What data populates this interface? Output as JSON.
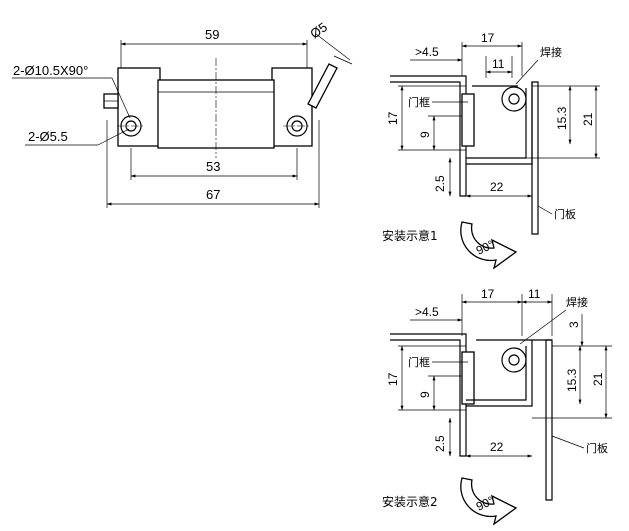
{
  "front_view": {
    "dim_top": "59",
    "dim_pin": "Ø5",
    "dim_countersink": "2-Ø10.5X90°",
    "dim_hole": "2-Ø5.5",
    "dim_hole_spacing": "53",
    "dim_overall": "67"
  },
  "install_1": {
    "dim_offset": ">4.5",
    "dim_top": "17",
    "dim_inner": "11",
    "label_weld": "焊接",
    "label_frame": "门框",
    "dim_left_height": "17",
    "dim_small": "9",
    "dim_height_a": "15.3",
    "dim_height_b": "21",
    "dim_gap": "2.5",
    "dim_bottom": "22",
    "label_panel": "门板",
    "caption": "安装示意1",
    "rotation": "90°"
  },
  "install_2": {
    "dim_offset": ">4.5",
    "dim_top": "17",
    "dim_inner": "11",
    "label_weld": "焊接",
    "dim_three": "3",
    "label_frame": "门框",
    "dim_left_height": "17",
    "dim_small": "9",
    "dim_height_a": "15.3",
    "dim_height_b": "21",
    "dim_gap": "2.5",
    "dim_bottom": "22",
    "label_panel": "门板",
    "caption": "安装示意2",
    "rotation": "90°"
  }
}
